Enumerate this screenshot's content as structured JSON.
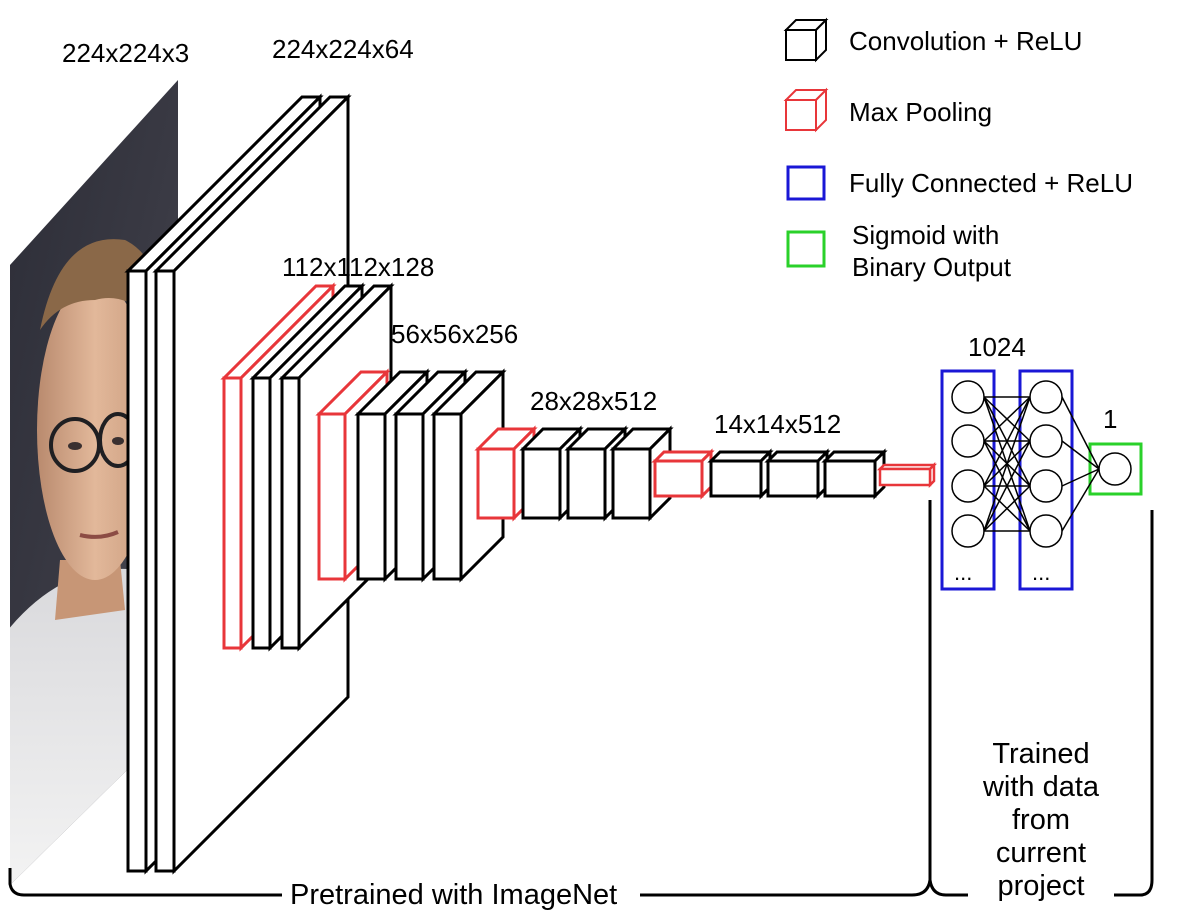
{
  "layer_labels": {
    "input": "224x224x3",
    "conv1": "224x224x64",
    "conv2": "112x112x128",
    "conv3": "56x56x256",
    "conv4": "28x28x512",
    "conv5": "14x14x512",
    "fc": "1024",
    "output": "1"
  },
  "legend": {
    "conv": "Convolution + ReLU",
    "pool": "Max Pooling",
    "fc": "Fully Connected + ReLU",
    "sigmoid_line1": "Sigmoid with",
    "sigmoid_line2": "Binary Output"
  },
  "fc_ellipsis": "...",
  "bottom": {
    "pretrained": "Pretrained with ImageNet",
    "trained_lines": [
      "Trained",
      "with data",
      "from",
      "current",
      "project"
    ]
  },
  "colors": {
    "conv": "#000000",
    "pool": "#e8363a",
    "fc": "#1a17d6",
    "sigmoid": "#2ad12a"
  },
  "icons": {
    "input_image": "portrait-photo-icon"
  }
}
